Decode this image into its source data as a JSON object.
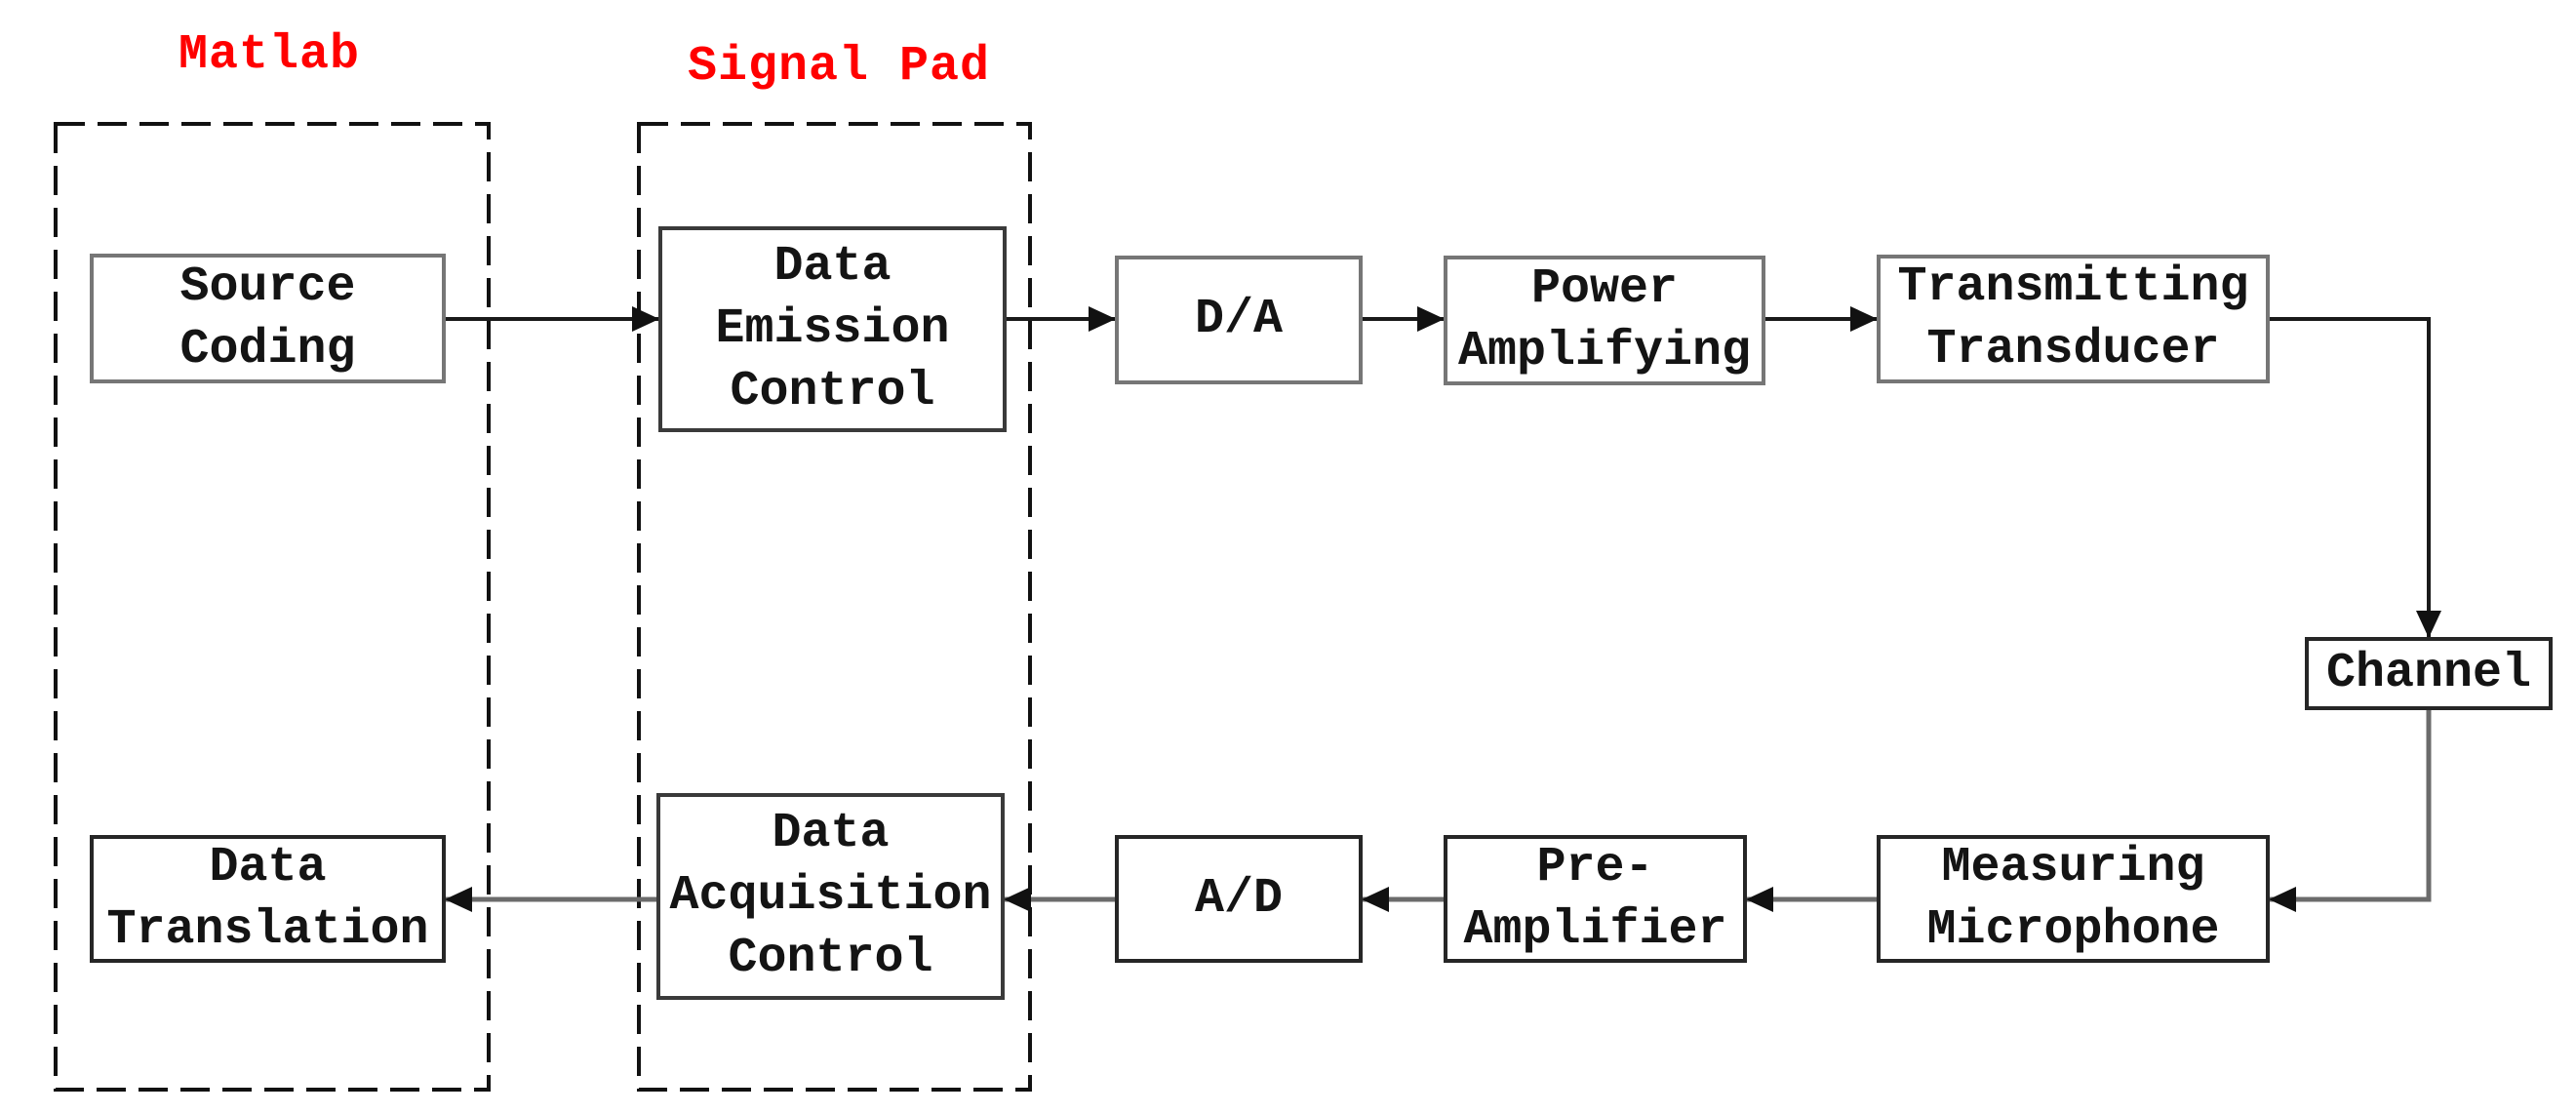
{
  "diagram": {
    "type": "flowchart",
    "background": "#ffffff",
    "groups": [
      {
        "id": "matlab",
        "label": "Matlab",
        "label_color": "#ff0000",
        "border_style": "dashed"
      },
      {
        "id": "signal_pad",
        "label": "Signal Pad",
        "label_color": "#ff0000",
        "border_style": "dashed"
      }
    ],
    "nodes": {
      "source_coding": {
        "lines": [
          "Source",
          "Coding"
        ],
        "group": "matlab"
      },
      "data_emission_control": {
        "lines": [
          "Data",
          "Emission",
          "Control"
        ],
        "group": "signal_pad"
      },
      "da": {
        "lines": [
          "D/A"
        ]
      },
      "power_amplifying": {
        "lines": [
          "Power",
          "Amplifying"
        ]
      },
      "transmitting_transducer": {
        "lines": [
          "Transmitting",
          "Transducer"
        ]
      },
      "channel": {
        "lines": [
          "Channel"
        ]
      },
      "measuring_microphone": {
        "lines": [
          "Measuring",
          "Microphone"
        ]
      },
      "pre_amplifier": {
        "lines": [
          "Pre-",
          "Amplifier"
        ]
      },
      "ad": {
        "lines": [
          "A/D"
        ]
      },
      "data_acquisition_control": {
        "lines": [
          "Data",
          "Acquisition",
          "Control"
        ],
        "group": "signal_pad"
      },
      "data_translation": {
        "lines": [
          "Data",
          "Translation"
        ],
        "group": "matlab"
      }
    },
    "edges": [
      {
        "from": "source_coding",
        "to": "data_emission_control"
      },
      {
        "from": "data_emission_control",
        "to": "da"
      },
      {
        "from": "da",
        "to": "power_amplifying"
      },
      {
        "from": "power_amplifying",
        "to": "transmitting_transducer"
      },
      {
        "from": "transmitting_transducer",
        "to": "channel"
      },
      {
        "from": "channel",
        "to": "measuring_microphone"
      },
      {
        "from": "measuring_microphone",
        "to": "pre_amplifier"
      },
      {
        "from": "pre_amplifier",
        "to": "ad"
      },
      {
        "from": "ad",
        "to": "data_acquisition_control"
      },
      {
        "from": "data_acquisition_control",
        "to": "data_translation"
      }
    ],
    "colors": {
      "group_label": "#ff0000",
      "node_text": "#141414",
      "connector_dark": "#1a1a1a",
      "connector_gray": "#6b6b6b",
      "arrowhead": "#111111",
      "dashed_border": "#111111"
    }
  }
}
